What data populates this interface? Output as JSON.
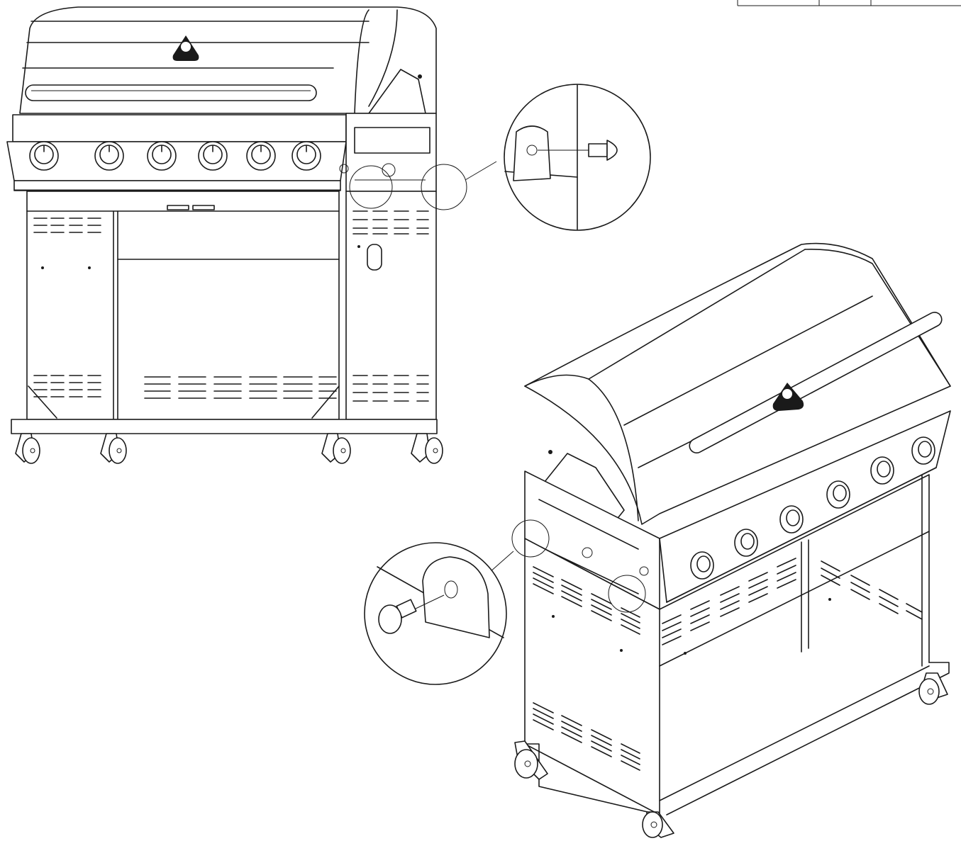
{
  "figure": {
    "description_hidden": "",
    "logo_text": "",
    "views": [
      "front-view",
      "perspective-view"
    ],
    "callouts": [
      "detail-top-right",
      "detail-bottom-left"
    ]
  },
  "front_view": {
    "knob_count": 6
  },
  "perspective_view": {
    "knob_count": 6
  },
  "table_fragment": {
    "cells": [
      "",
      "",
      ""
    ]
  }
}
